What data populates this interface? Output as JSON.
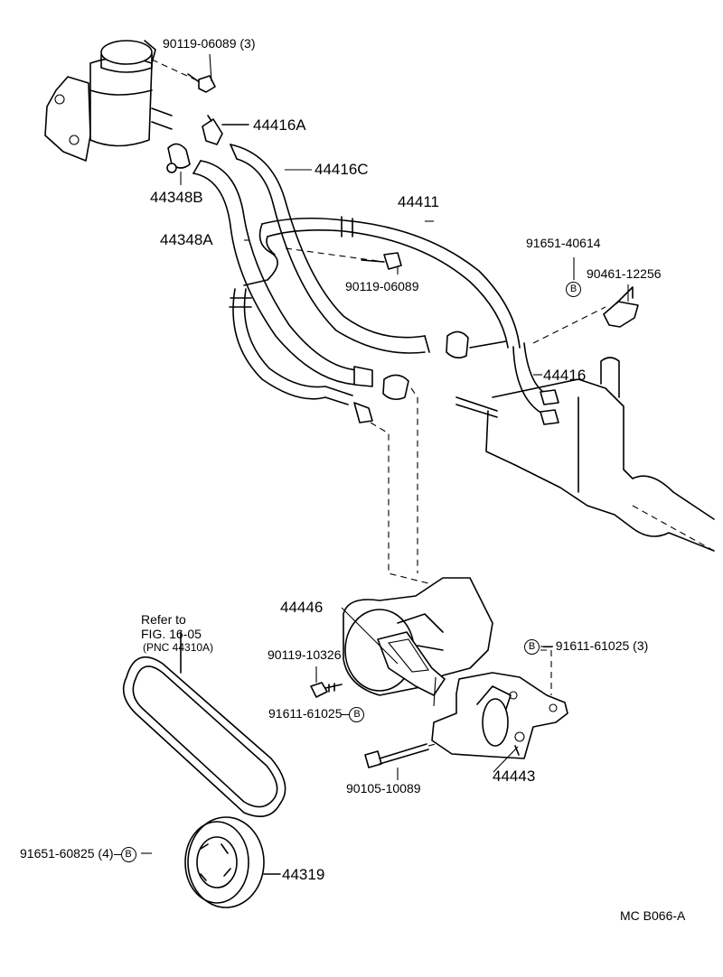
{
  "parts": {
    "p1": "90119-06089",
    "p1_qty": "(3)",
    "p2": "44416A",
    "p3": "44416C",
    "p4": "44348B",
    "p5": "44411",
    "p6": "44348A",
    "p7": "90119-06089",
    "p8": "91651-40614",
    "p9": "90461-12256",
    "p10": "44416",
    "p11": "44446",
    "p12": "90119-10326",
    "p13": "91611-61025",
    "p13_qty": "(3)",
    "p14": "91611-61025",
    "p15": "90105-10089",
    "p16": "44443",
    "p17": "91651-60825",
    "p17_qty": "(4)",
    "p18": "44319"
  },
  "note": {
    "line1": "Refer to",
    "line2": "FIG. 16-05",
    "line3": "(PNC 44310A)"
  },
  "badge": "B",
  "code": "MC  B066-A"
}
